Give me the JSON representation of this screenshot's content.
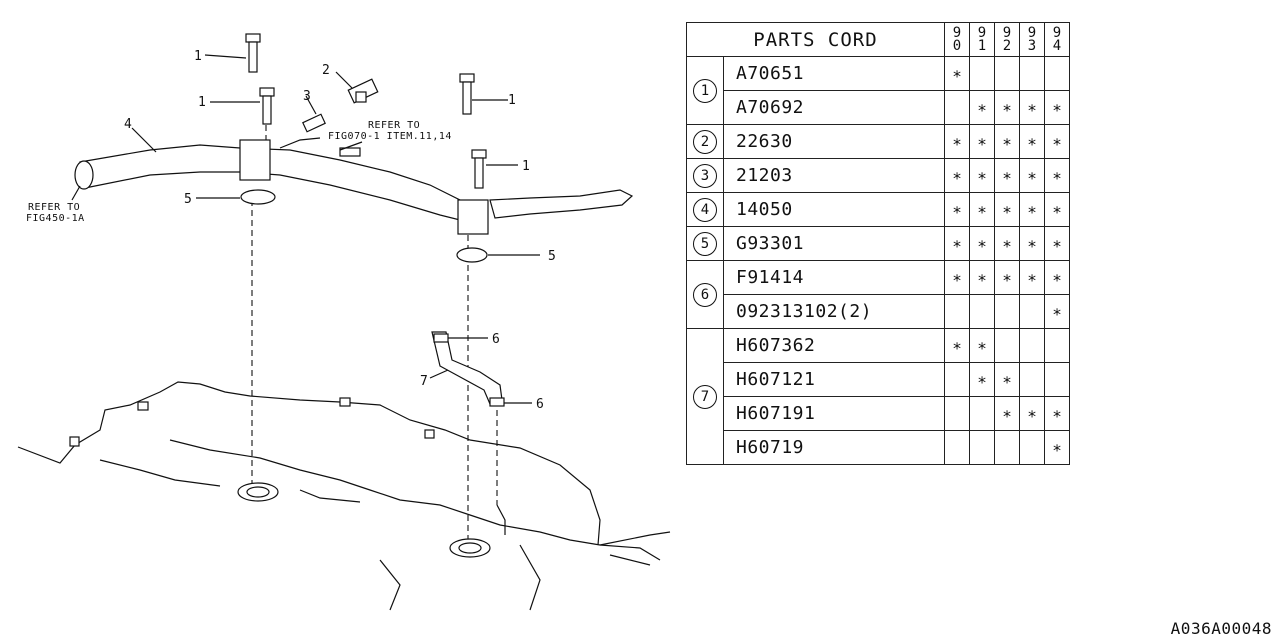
{
  "diagram": {
    "callouts": {
      "c1a": "1",
      "c1b": "1",
      "c1c": "1",
      "c1d": "1",
      "c2": "2",
      "c3": "3",
      "c4": "4",
      "c5a": "5",
      "c5b": "5",
      "c6a": "6",
      "c6b": "6",
      "c7": "7"
    },
    "refer_a_line1": "REFER TO",
    "refer_a_line2": "FIG070-1 ITEM.11,14",
    "refer_b_line1": "REFER TO",
    "refer_b_line2": "FIG450-1A"
  },
  "table": {
    "title": "PARTS CORD",
    "years": [
      [
        "9",
        "0"
      ],
      [
        "9",
        "1"
      ],
      [
        "9",
        "2"
      ],
      [
        "9",
        "3"
      ],
      [
        "9",
        "4"
      ]
    ],
    "mark_symbol": "∗",
    "groups": [
      {
        "key": "1",
        "rows": [
          {
            "code": "A70651",
            "marks": [
              1,
              0,
              0,
              0,
              0
            ]
          },
          {
            "code": "A70692",
            "marks": [
              0,
              1,
              1,
              1,
              1
            ]
          }
        ]
      },
      {
        "key": "2",
        "rows": [
          {
            "code": "22630",
            "marks": [
              1,
              1,
              1,
              1,
              1
            ]
          }
        ]
      },
      {
        "key": "3",
        "rows": [
          {
            "code": "21203",
            "marks": [
              1,
              1,
              1,
              1,
              1
            ]
          }
        ]
      },
      {
        "key": "4",
        "rows": [
          {
            "code": "14050",
            "marks": [
              1,
              1,
              1,
              1,
              1
            ]
          }
        ]
      },
      {
        "key": "5",
        "rows": [
          {
            "code": "G93301",
            "marks": [
              1,
              1,
              1,
              1,
              1
            ]
          }
        ]
      },
      {
        "key": "6",
        "rows": [
          {
            "code": "F91414",
            "marks": [
              1,
              1,
              1,
              1,
              1
            ]
          },
          {
            "code": "092313102(2)",
            "marks": [
              0,
              0,
              0,
              0,
              1
            ]
          }
        ]
      },
      {
        "key": "7",
        "rows": [
          {
            "code": "H607362",
            "marks": [
              1,
              1,
              0,
              0,
              0
            ]
          },
          {
            "code": "H607121",
            "marks": [
              0,
              1,
              1,
              0,
              0
            ]
          },
          {
            "code": "H607191",
            "marks": [
              0,
              0,
              1,
              1,
              1
            ]
          },
          {
            "code": "H60719",
            "marks": [
              0,
              0,
              0,
              0,
              1
            ]
          }
        ]
      }
    ]
  },
  "diagram_id": "A036A00048"
}
